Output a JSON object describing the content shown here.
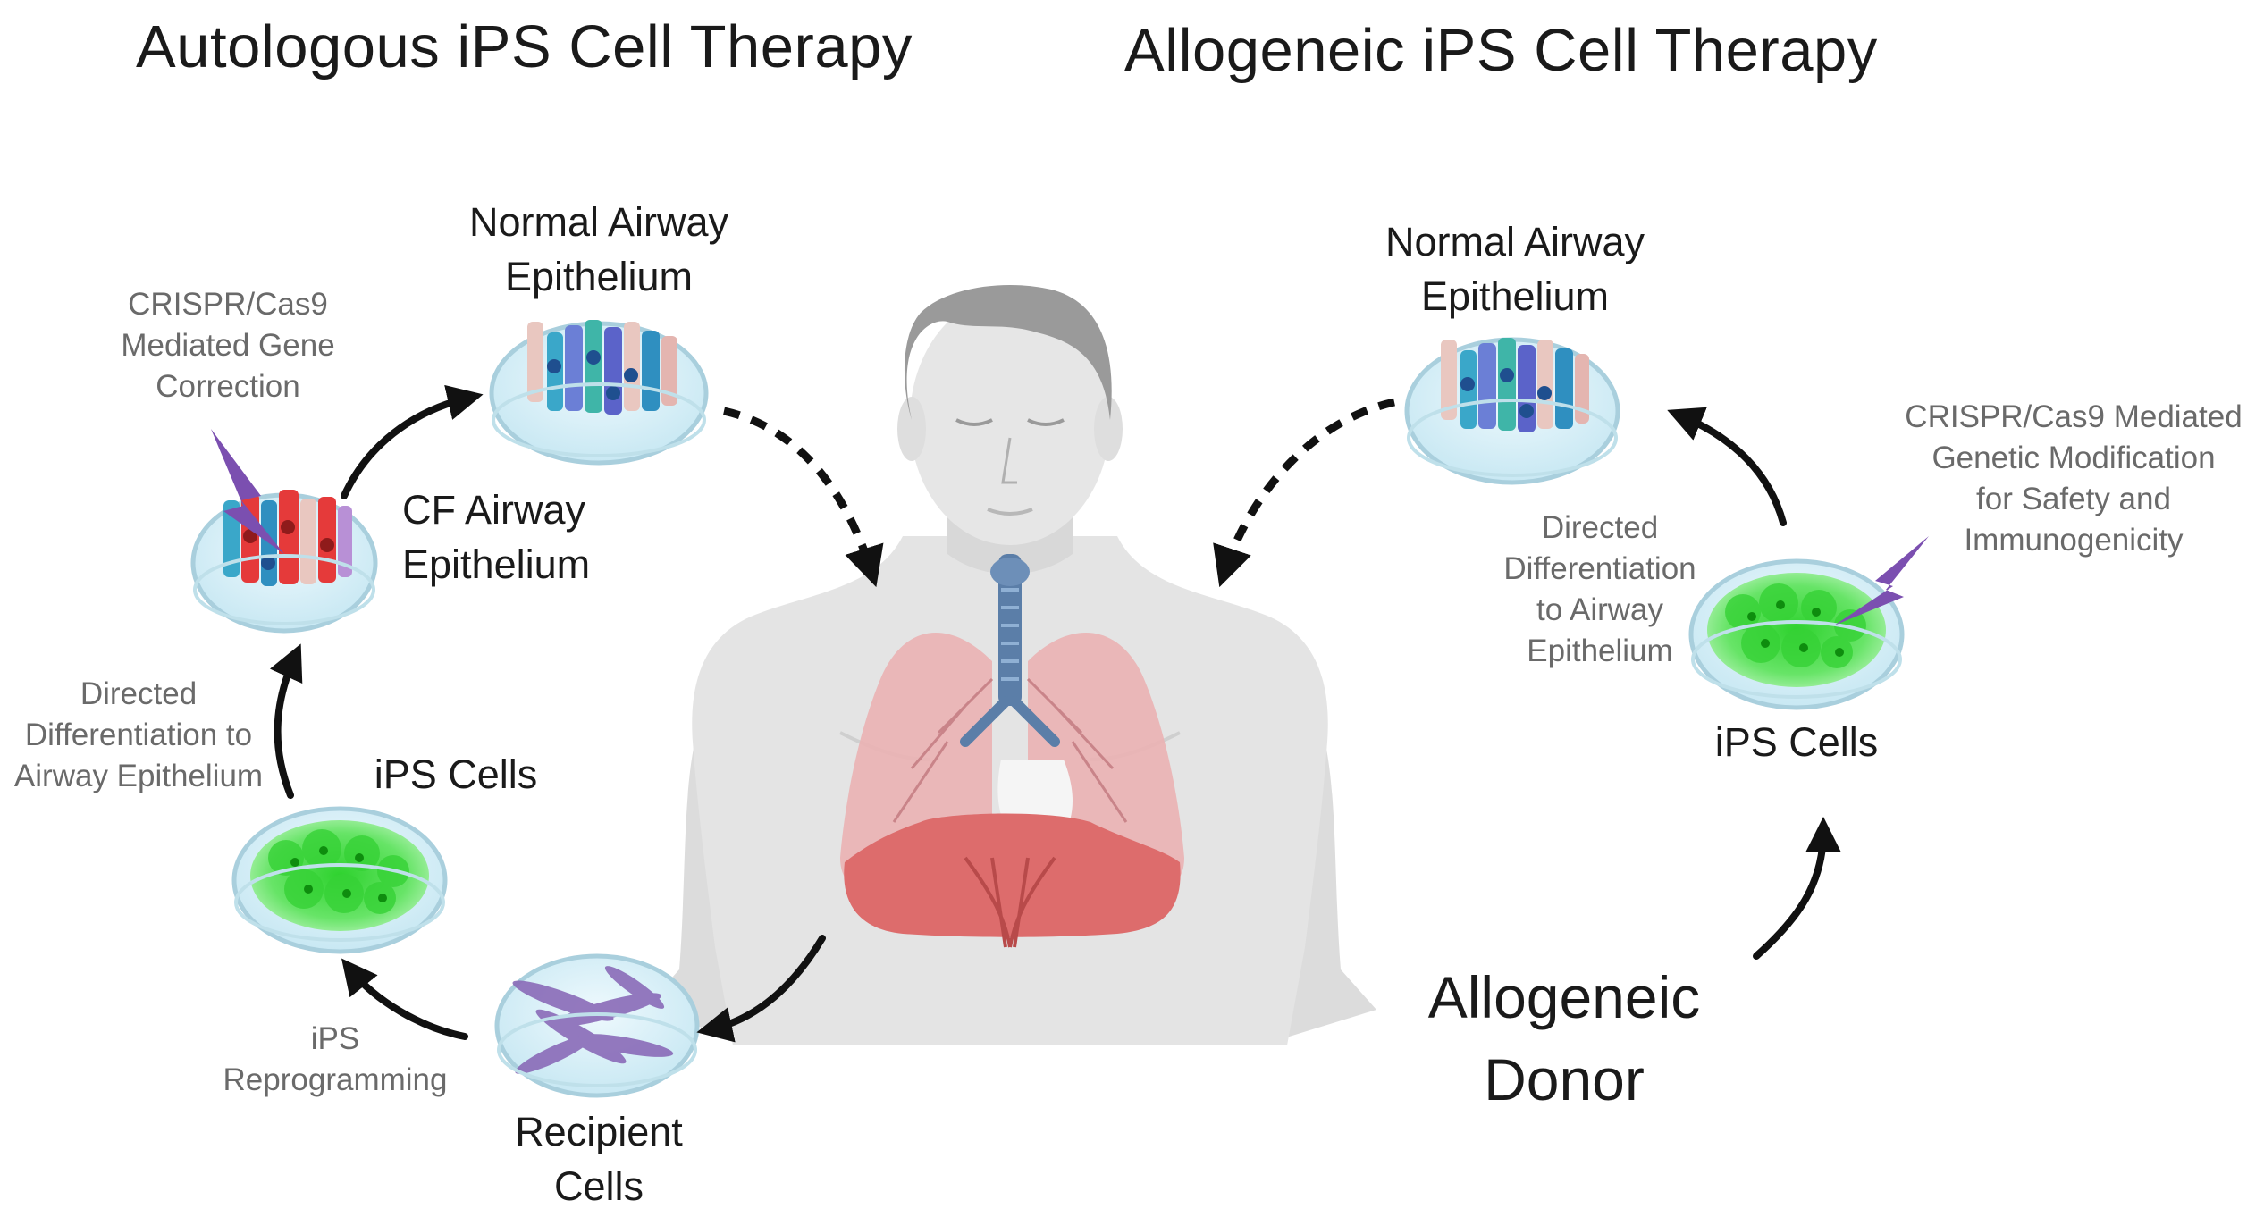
{
  "titles": {
    "autologous": "Autologous iPS Cell Therapy",
    "allogeneic": "Allogeneic iPS Cell Therapy"
  },
  "autologous": {
    "normal_airway": [
      "Normal Airway",
      "Epithelium"
    ],
    "crispr_note": [
      "CRISPR/Cas9",
      "Mediated Gene",
      "Correction"
    ],
    "cf_airway": [
      "CF Airway",
      "Epithelium"
    ],
    "directed_note": [
      "Directed",
      "Differentiation to",
      "Airway Epithelium"
    ],
    "ips_cells": "iPS Cells",
    "reprogramming_note": [
      "iPS",
      "Reprogramming"
    ],
    "recipient_cells": [
      "Recipient",
      "Cells"
    ]
  },
  "allogeneic": {
    "normal_airway": [
      "Normal Airway",
      "Epithelium"
    ],
    "crispr_note": [
      "CRISPR/Cas9 Mediated",
      "Genetic Modification",
      "for Safety and",
      "Immunogenicity"
    ],
    "directed_note": [
      "Directed",
      "Differentiation",
      "to Airway",
      "Epithelium"
    ],
    "ips_cells": "iPS Cells",
    "donor": [
      "Allogeneic",
      "Donor"
    ]
  },
  "colors": {
    "ips_green": "#4fdc4f",
    "cf_red": "#e53a3a",
    "airway_blue": "#3a7fd6",
    "fibroblast_purple": "#8a6bb8",
    "lightning_purple": "#7b4fb0",
    "lung_pink": "#e79a9e",
    "trachea_blue": "#5b7ea8",
    "skin_gray": "#e4e4e4"
  }
}
